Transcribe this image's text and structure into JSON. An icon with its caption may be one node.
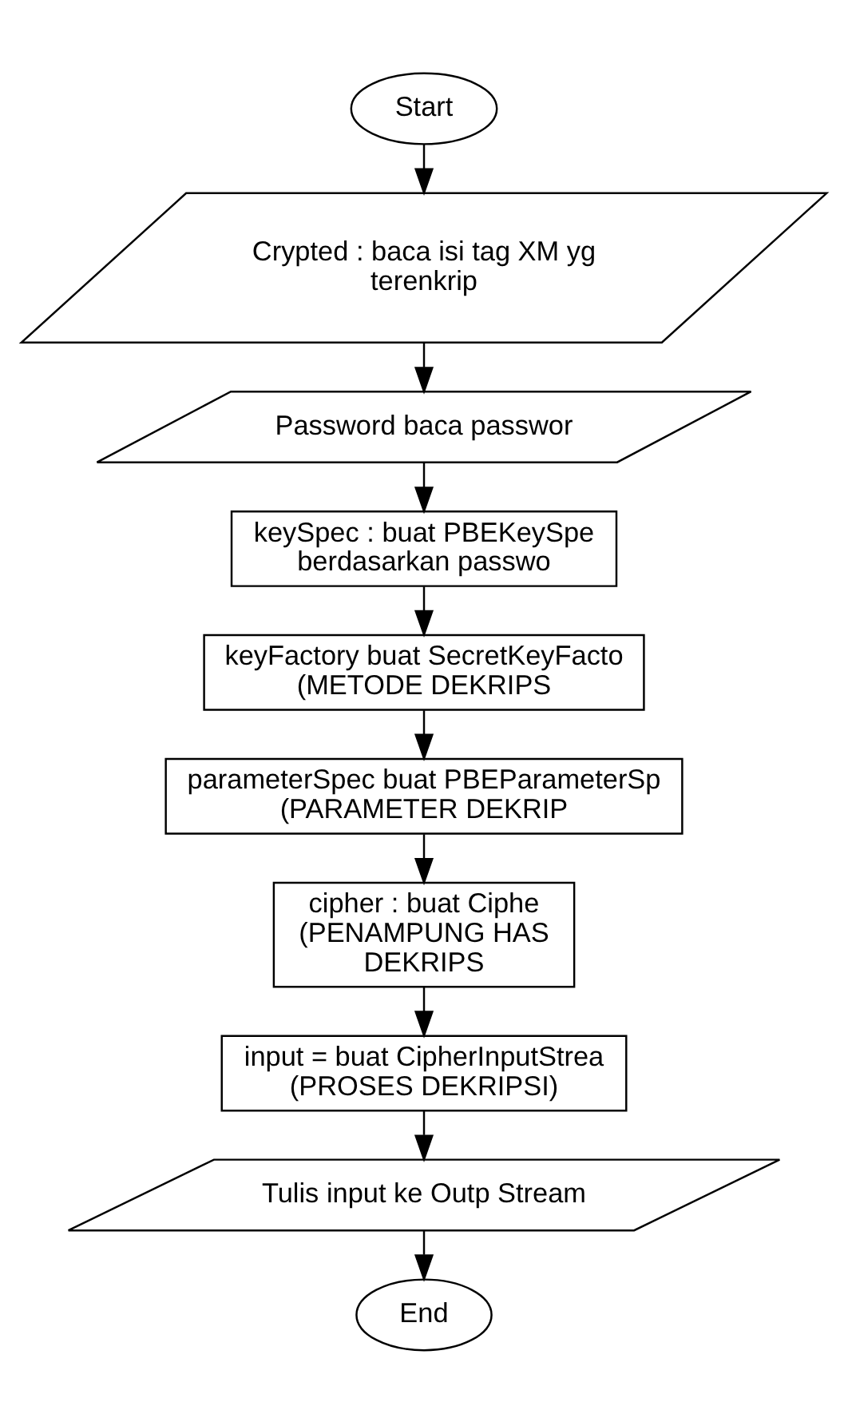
{
  "diagram": {
    "nodes": [
      {
        "text": [
          "Start"
        ]
      },
      {
        "text": [
          "Crypted : baca isi tag XM yg terenkrip"
        ]
      },
      {
        "text": [
          "Password baca passwor"
        ]
      },
      {
        "text": [
          "keySpec : buat PBEKeySpe berdasarkan passwo"
        ]
      },
      {
        "text": [
          "keyFactory buat SecretKeyFacto (METODE DEKRIPS"
        ]
      },
      {
        "text": [
          "parameterSpec buat PBEParameterSp (PARAMETER DEKRIP"
        ]
      },
      {
        "text": [
          "cipher : buat Ciphe (PENAMPUNG HAS DEKRIPS"
        ]
      },
      {
        "text": [
          "input = buat CipherInputStrea (PROSES DEKRIPSI)"
        ]
      },
      {
        "text": [
          "Tulis input ke Outp Stream"
        ]
      },
      {
        "text": [
          "End"
        ]
      }
    ],
    "edges": [
      {
        "from": 0,
        "to": 1,
        "arrow": "to"
      },
      {
        "from": 1,
        "to": 2,
        "arrow": "to"
      },
      {
        "from": 2,
        "to": 3,
        "arrow": "to"
      },
      {
        "from": 3,
        "to": 4,
        "arrow": "to"
      },
      {
        "from": 4,
        "to": 5,
        "arrow": "to"
      },
      {
        "from": 5,
        "to": 6,
        "arrow": "to"
      },
      {
        "from": 6,
        "to": 7,
        "arrow": "to"
      },
      {
        "from": 7,
        "to": 8,
        "arrow": "to"
      },
      {
        "from": 8,
        "to": 9,
        "arrow": "to"
      }
    ]
  }
}
